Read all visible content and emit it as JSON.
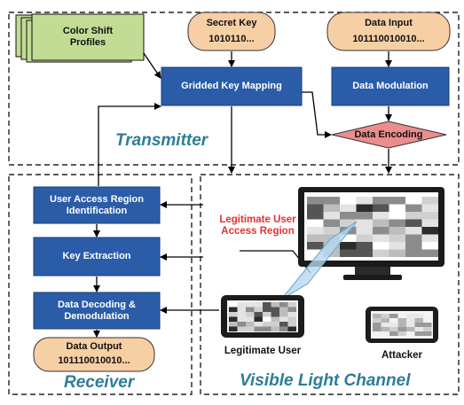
{
  "sections": {
    "transmitter": "Transmitter",
    "receiver": "Receiver",
    "channel": "Visible Light Channel"
  },
  "transmitter": {
    "color_shift_profiles": "Color Shift\nProfiles",
    "secret_key_title": "Secret Key",
    "secret_key_value": "1010110...",
    "data_input_title": "Data Input",
    "data_input_value": "101110010010...",
    "gridded_key_mapping": "Gridded Key Mapping",
    "data_modulation": "Data Modulation",
    "data_encoding": "Data Encoding"
  },
  "receiver": {
    "user_access_region": "User Access Region\nIdentification",
    "key_extraction": "Key Extraction",
    "data_decoding": "Data Decoding &\nDemodulation",
    "data_output_title": "Data Output",
    "data_output_value": "101110010010..."
  },
  "channel": {
    "legitimate_region": "Legitimate User\nAccess Region",
    "legitimate_user": "Legitimate User",
    "attacker": "Attacker"
  },
  "colors": {
    "blue_box": "#2a5ca8",
    "peach": "#f7cfa4",
    "green": "#c2dc95",
    "diamond": "#ea8d8d",
    "section_text": "#2e7d98",
    "highlight_red": "#e53030"
  }
}
